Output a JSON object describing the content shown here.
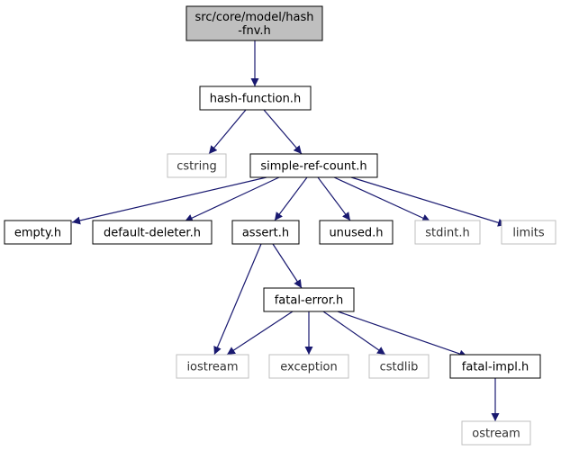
{
  "diagram": {
    "nodes": [
      {
        "id": "hash-fnv",
        "lines": [
          "src/core/model/hash",
          "-fnv.h"
        ],
        "kind": "root"
      },
      {
        "id": "hash-function",
        "lines": [
          "hash-function.h"
        ],
        "kind": "local"
      },
      {
        "id": "cstring",
        "lines": [
          "cstring"
        ],
        "kind": "external"
      },
      {
        "id": "simple-ref-count",
        "lines": [
          "simple-ref-count.h"
        ],
        "kind": "local"
      },
      {
        "id": "empty",
        "lines": [
          "empty.h"
        ],
        "kind": "local"
      },
      {
        "id": "default-deleter",
        "lines": [
          "default-deleter.h"
        ],
        "kind": "local"
      },
      {
        "id": "assert",
        "lines": [
          "assert.h"
        ],
        "kind": "local"
      },
      {
        "id": "unused",
        "lines": [
          "unused.h"
        ],
        "kind": "local"
      },
      {
        "id": "stdint",
        "lines": [
          "stdint.h"
        ],
        "kind": "external"
      },
      {
        "id": "limits",
        "lines": [
          "limits"
        ],
        "kind": "external"
      },
      {
        "id": "fatal-error",
        "lines": [
          "fatal-error.h"
        ],
        "kind": "local"
      },
      {
        "id": "iostream",
        "lines": [
          "iostream"
        ],
        "kind": "external"
      },
      {
        "id": "exception",
        "lines": [
          "exception"
        ],
        "kind": "external"
      },
      {
        "id": "cstdlib",
        "lines": [
          "cstdlib"
        ],
        "kind": "external"
      },
      {
        "id": "fatal-impl",
        "lines": [
          "fatal-impl.h"
        ],
        "kind": "local"
      },
      {
        "id": "ostream",
        "lines": [
          "ostream"
        ],
        "kind": "external"
      }
    ],
    "edges": [
      [
        "hash-fnv",
        "hash-function"
      ],
      [
        "hash-function",
        "cstring"
      ],
      [
        "hash-function",
        "simple-ref-count"
      ],
      [
        "simple-ref-count",
        "empty"
      ],
      [
        "simple-ref-count",
        "default-deleter"
      ],
      [
        "simple-ref-count",
        "assert"
      ],
      [
        "simple-ref-count",
        "unused"
      ],
      [
        "simple-ref-count",
        "stdint"
      ],
      [
        "simple-ref-count",
        "limits"
      ],
      [
        "assert",
        "fatal-error"
      ],
      [
        "assert",
        "iostream"
      ],
      [
        "fatal-error",
        "iostream"
      ],
      [
        "fatal-error",
        "exception"
      ],
      [
        "fatal-error",
        "cstdlib"
      ],
      [
        "fatal-error",
        "fatal-impl"
      ],
      [
        "fatal-impl",
        "ostream"
      ]
    ],
    "colors": {
      "edge": "#191970",
      "root_fill": "#bfbfbf",
      "local_border": "#000000",
      "external_border": "#bfbfbf"
    }
  }
}
